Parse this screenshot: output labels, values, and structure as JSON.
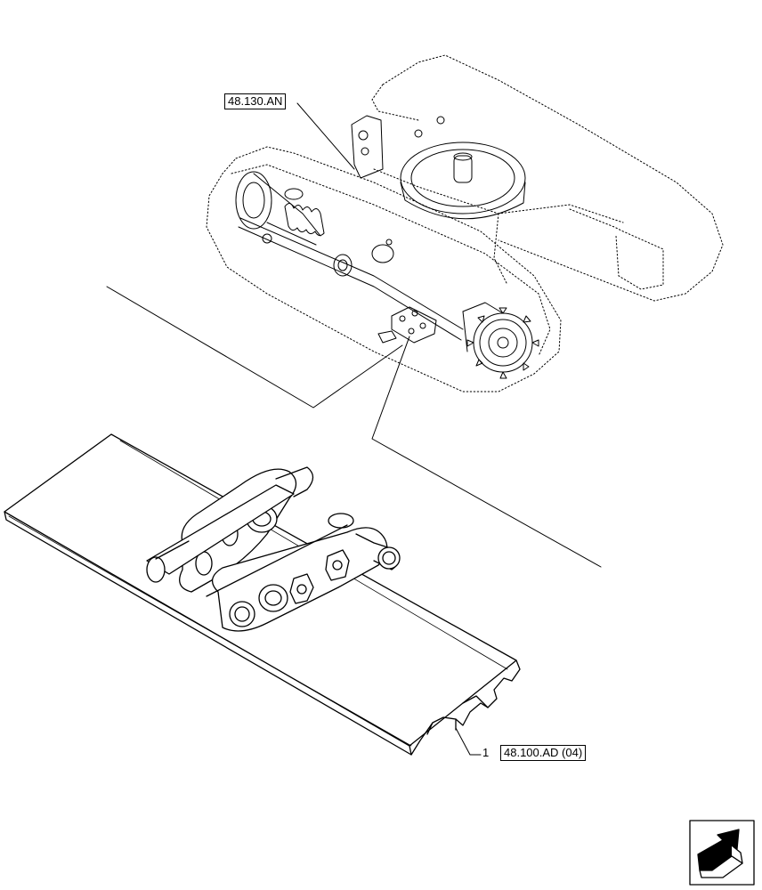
{
  "references": {
    "top_ref": "48.130.AN",
    "bottom_ref": "48.100.AD (04)",
    "item_number": "1"
  },
  "icons": {
    "nav": "next-page-arrow-icon"
  },
  "colors": {
    "line": "#000000",
    "background": "#ffffff"
  }
}
